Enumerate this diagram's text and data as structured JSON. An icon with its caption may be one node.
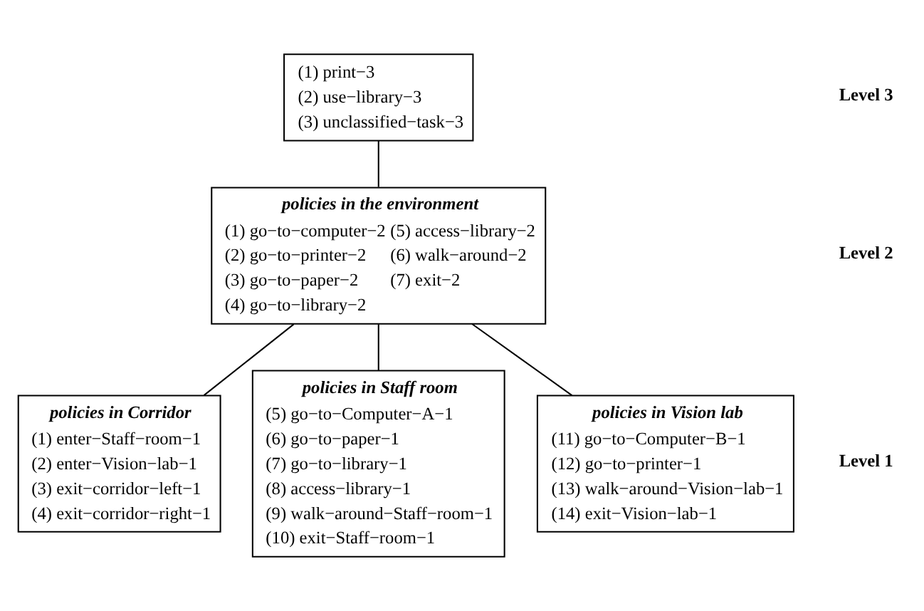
{
  "diagram": {
    "nodes": [
      {
        "text": [
          "(1) print−3",
          "(2) use−library−3",
          "(3) unclassified−task−3"
        ]
      },
      {
        "text": [
          "policies in the environment",
          "(1) go−to−computer−2",
          "(2) go−to−printer−2",
          "(3) go−to−paper−2",
          "(4) go−to−library−2",
          "(5) access−library−2",
          "(6) walk−around−2",
          "(7) exit−2"
        ]
      },
      {
        "text": [
          "policies in Corridor",
          "(1) enter−Staff−room−1",
          "(2) enter−Vision−lab−1",
          "(3) exit−corridor−left−1",
          "(4) exit−corridor−right−1"
        ]
      },
      {
        "text": [
          "policies in Staff room",
          "(5) go−to−Computer−A−1",
          "(6) go−to−paper−1",
          "(7) go−to−library−1",
          "(8) access−library−1",
          "(9) walk−around−Staff−room−1",
          "(10) exit−Staff−room−1"
        ]
      },
      {
        "text": [
          "policies in Vision lab",
          "(11) go−to−Computer−B−1",
          "(12) go−to−printer−1",
          "(13) walk−around−Vision−lab−1",
          "(14) exit−Vision−lab−1"
        ]
      }
    ],
    "edges": [
      {
        "from": 0,
        "to": 1,
        "arrow": "none"
      },
      {
        "from": 1,
        "to": 2,
        "arrow": "none"
      },
      {
        "from": 1,
        "to": 3,
        "arrow": "none"
      },
      {
        "from": 1,
        "to": 4,
        "arrow": "none"
      }
    ],
    "labels": [
      "Level 3",
      "Level 2",
      "Level 1"
    ]
  }
}
